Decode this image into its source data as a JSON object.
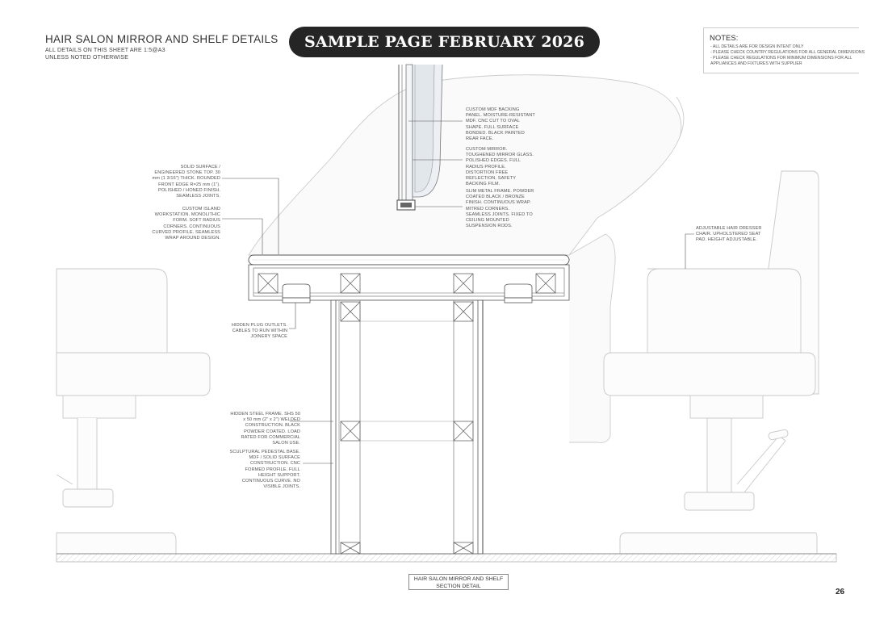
{
  "sheet": {
    "title": "HAIR SALON MIRROR AND SHELF DETAILS",
    "scale_note": "ALL DETAILS ON THIS SHEET ARE 1:5@A3",
    "scale_note2": "UNLESS NOTED OTHERWISE",
    "banner": "SAMPLE PAGE FEBRUARY 2026",
    "page_number": "26"
  },
  "notes": {
    "heading": "NOTES:",
    "items": [
      "- ALL DETAILS ARE FOR DESIGN INTENT ONLY",
      "- PLEASE CHECK COUNTRY REGULATIONS FOR ALL GENERAL DIMENSIONS",
      "- PLEASE CHECK REGULATIONS FOR MINIMUM DIMENSIONS FOR ALL",
      "  APPLIANCES AND FIXTURES WITH SUPPLIER"
    ]
  },
  "labels": {
    "backing_panel": "CUSTOM MDF BACKING PANEL. MOISTURE-RESISTANT MDF. CNC CUT TO OVAL SHAPE. FULL SURFACE BONDED. BLACK PAINTED REAR FACE.",
    "mirror": "CUSTOM MIRROR. TOUGHENED MIRROR GLASS. POLISHED EDGES. FULL RADIUS PROFILE. DISTORTION FREE REFLECTION. SAFETY BACKING FILM.",
    "frame": "SLIM METAL FRAME. POWDER COATED BLACK / BRONZE FINISH. CONTINUOUS WRAP. MITRED CORNERS. SEAMLESS JOINTS. FIXED TO CEILING MOUNTED SUSPENSION RODS.",
    "stone_top": "SOLID SURFACE / ENGINEERED STONE TOP. 30 mm (1 3/16\") THICK. ROUNDED FRONT EDGE R=25 mm (1\"). POLISHED / HONED FINISH. SEAMLESS JOINTS.",
    "island": "CUSTOM ISLAND WORKSTATION. MONOLITHIC FORM. SOFT RADIUS CORNERS. CONTINUOUS CURVED PROFILE. SEAMLESS WRAP AROUND DESIGN.",
    "plug": "HIDDEN PLUG OUTLETS. CABLES TO RUN WITHIN JOINERY SPACE",
    "steel_frame": "HIDDEN STEEL FRAME. SHS 50 x 50 mm (2\" x 2\") WELDED CONSTRUCTION. BLACK POWDER COATED. LOAD RATED FOR COMMERCIAL SALON USE.",
    "pedestal": "SCULPTURAL PEDESTAL BASE. MDF / SOLID SURFACE CONSTRUCTION. CNC FORMED PROFILE. FULL HEIGHT SUPPORT. CONTINUOUS CURVE. NO VISIBLE JOINTS.",
    "chair": "ADJUSTABLE HAIR DRESSER CHAIR. UPHOLSTERED SEAT PAD. HEIGHT ADJUSTABLE."
  },
  "caption": {
    "line1": "HAIR SALON MIRROR AND SHELF",
    "line2": "SECTION DETAIL"
  }
}
